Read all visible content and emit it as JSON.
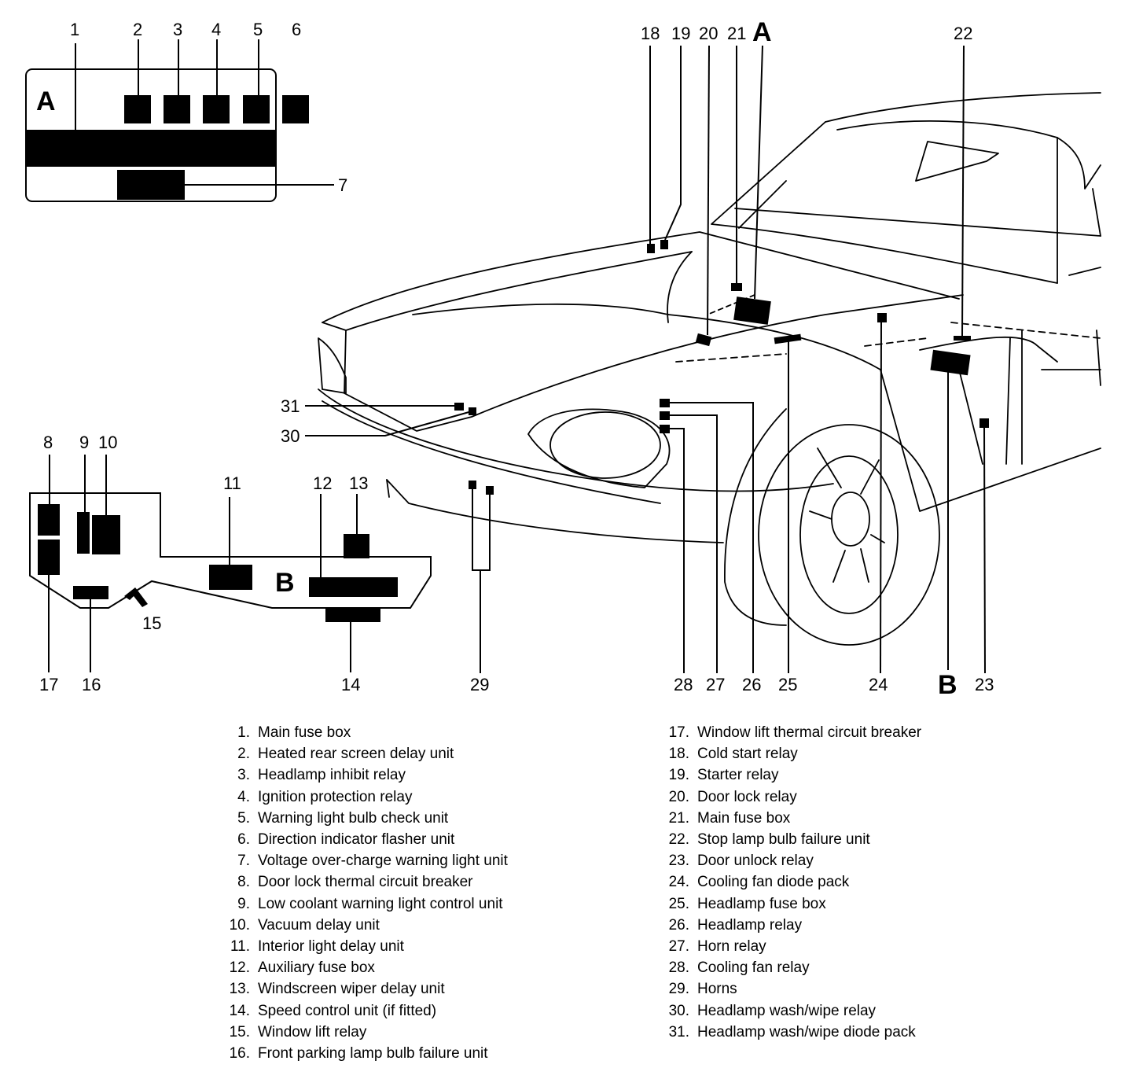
{
  "panel_a": {
    "letter": "A"
  },
  "panel_b": {
    "letter": "B"
  },
  "car_labels": {
    "a": "A",
    "b": "B"
  },
  "callouts": {
    "c1": "1",
    "c2": "2",
    "c3": "3",
    "c4": "4",
    "c5": "5",
    "c6": "6",
    "c7": "7",
    "c8": "8",
    "c9": "9",
    "c10": "10",
    "c11": "11",
    "c12": "12",
    "c13": "13",
    "c14": "14",
    "c15": "15",
    "c16": "16",
    "c17": "17",
    "c18": "18",
    "c19": "19",
    "c20": "20",
    "c21": "21",
    "c22": "22",
    "c23": "23",
    "c24": "24",
    "c25": "25",
    "c26": "26",
    "c27": "27",
    "c28": "28",
    "c29": "29",
    "c30": "30",
    "c31": "31"
  },
  "legend_left": [
    {
      "num": "1.",
      "label": "Main fuse box"
    },
    {
      "num": "2.",
      "label": "Heated rear screen delay unit"
    },
    {
      "num": "3.",
      "label": "Headlamp inhibit relay"
    },
    {
      "num": "4.",
      "label": "Ignition protection relay"
    },
    {
      "num": "5.",
      "label": "Warning light bulb check unit"
    },
    {
      "num": "6.",
      "label": "Direction indicator flasher unit"
    },
    {
      "num": "7.",
      "label": "Voltage over-charge warning light unit"
    },
    {
      "num": "8.",
      "label": "Door lock thermal circuit breaker"
    },
    {
      "num": "9.",
      "label": "Low coolant warning light control unit"
    },
    {
      "num": "10.",
      "label": "Vacuum delay unit"
    },
    {
      "num": "11.",
      "label": "Interior light delay unit"
    },
    {
      "num": "12.",
      "label": "Auxiliary fuse box"
    },
    {
      "num": "13.",
      "label": "Windscreen wiper delay unit"
    },
    {
      "num": "14.",
      "label": "Speed control unit (if fitted)"
    },
    {
      "num": "15.",
      "label": "Window lift relay"
    },
    {
      "num": "16.",
      "label": "Front parking lamp bulb failure unit"
    }
  ],
  "legend_right": [
    {
      "num": "17.",
      "label": "Window lift thermal circuit breaker"
    },
    {
      "num": "18.",
      "label": "Cold start relay"
    },
    {
      "num": "19.",
      "label": "Starter relay"
    },
    {
      "num": "20.",
      "label": "Door lock relay"
    },
    {
      "num": "21.",
      "label": "Main fuse box"
    },
    {
      "num": "22.",
      "label": "Stop lamp bulb failure unit"
    },
    {
      "num": "23.",
      "label": "Door unlock relay"
    },
    {
      "num": "24.",
      "label": "Cooling fan diode pack"
    },
    {
      "num": "25.",
      "label": "Headlamp fuse box"
    },
    {
      "num": "26.",
      "label": "Headlamp relay"
    },
    {
      "num": "27.",
      "label": "Horn relay"
    },
    {
      "num": "28.",
      "label": "Cooling fan relay"
    },
    {
      "num": "29.",
      "label": "Horns"
    },
    {
      "num": "30.",
      "label": "Headlamp wash/wipe relay"
    },
    {
      "num": "31.",
      "label": "Headlamp wash/wipe diode pack"
    }
  ]
}
